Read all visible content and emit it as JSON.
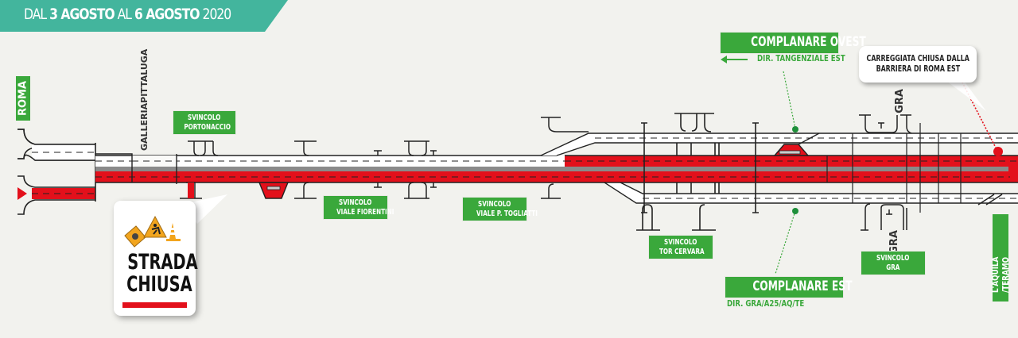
{
  "banner": {
    "prefix": "DAL ",
    "start_date": "3 AGOSTO",
    "middle": " AL ",
    "end_date": "6 AGOSTO",
    "year": " 2020"
  },
  "direction_signs": {
    "west": "ROMA",
    "east": "L'AQUILA /TERAMO"
  },
  "tunnel_label": {
    "line1": "GALLERIA",
    "line2": "PITTALUGA"
  },
  "junctions": [
    {
      "line1": "SVINCOLO",
      "line2": "PORTONACCIO"
    },
    {
      "line1": "SVINCOLO",
      "line2": "VIALE FIORENTINI"
    },
    {
      "line1": "SVINCOLO",
      "line2": "VIALE P. TOGLIATTI"
    },
    {
      "line1": "SVINCOLO",
      "line2": "TOR CERVARA"
    },
    {
      "line1": "SVINCOLO",
      "line2": "GRA"
    }
  ],
  "gra_labels": [
    "GRA",
    "GRA"
  ],
  "complanare_ovest": {
    "title": "COMPLANARE OVEST",
    "direction": "DIR. TANGENZIALE EST",
    "arrow": "arrow-left-icon"
  },
  "complanare_est": {
    "title": "COMPLANARE EST",
    "direction": "DIR.  GRA/A25/AQ/TE"
  },
  "closure_callout": {
    "line1": "CARREGGIATA CHIUSA DALLA",
    "line2": "BARRIERA DI ROMA EST"
  },
  "road_closed_badge": {
    "line1": "STRADA",
    "line2": "CHIUSA",
    "icon": "roadwork-icon"
  },
  "colors": {
    "banner": "#43b59d",
    "sign_green": "#3aa83b",
    "closed_red": "#e3101b",
    "background": "#f2f2ee"
  }
}
